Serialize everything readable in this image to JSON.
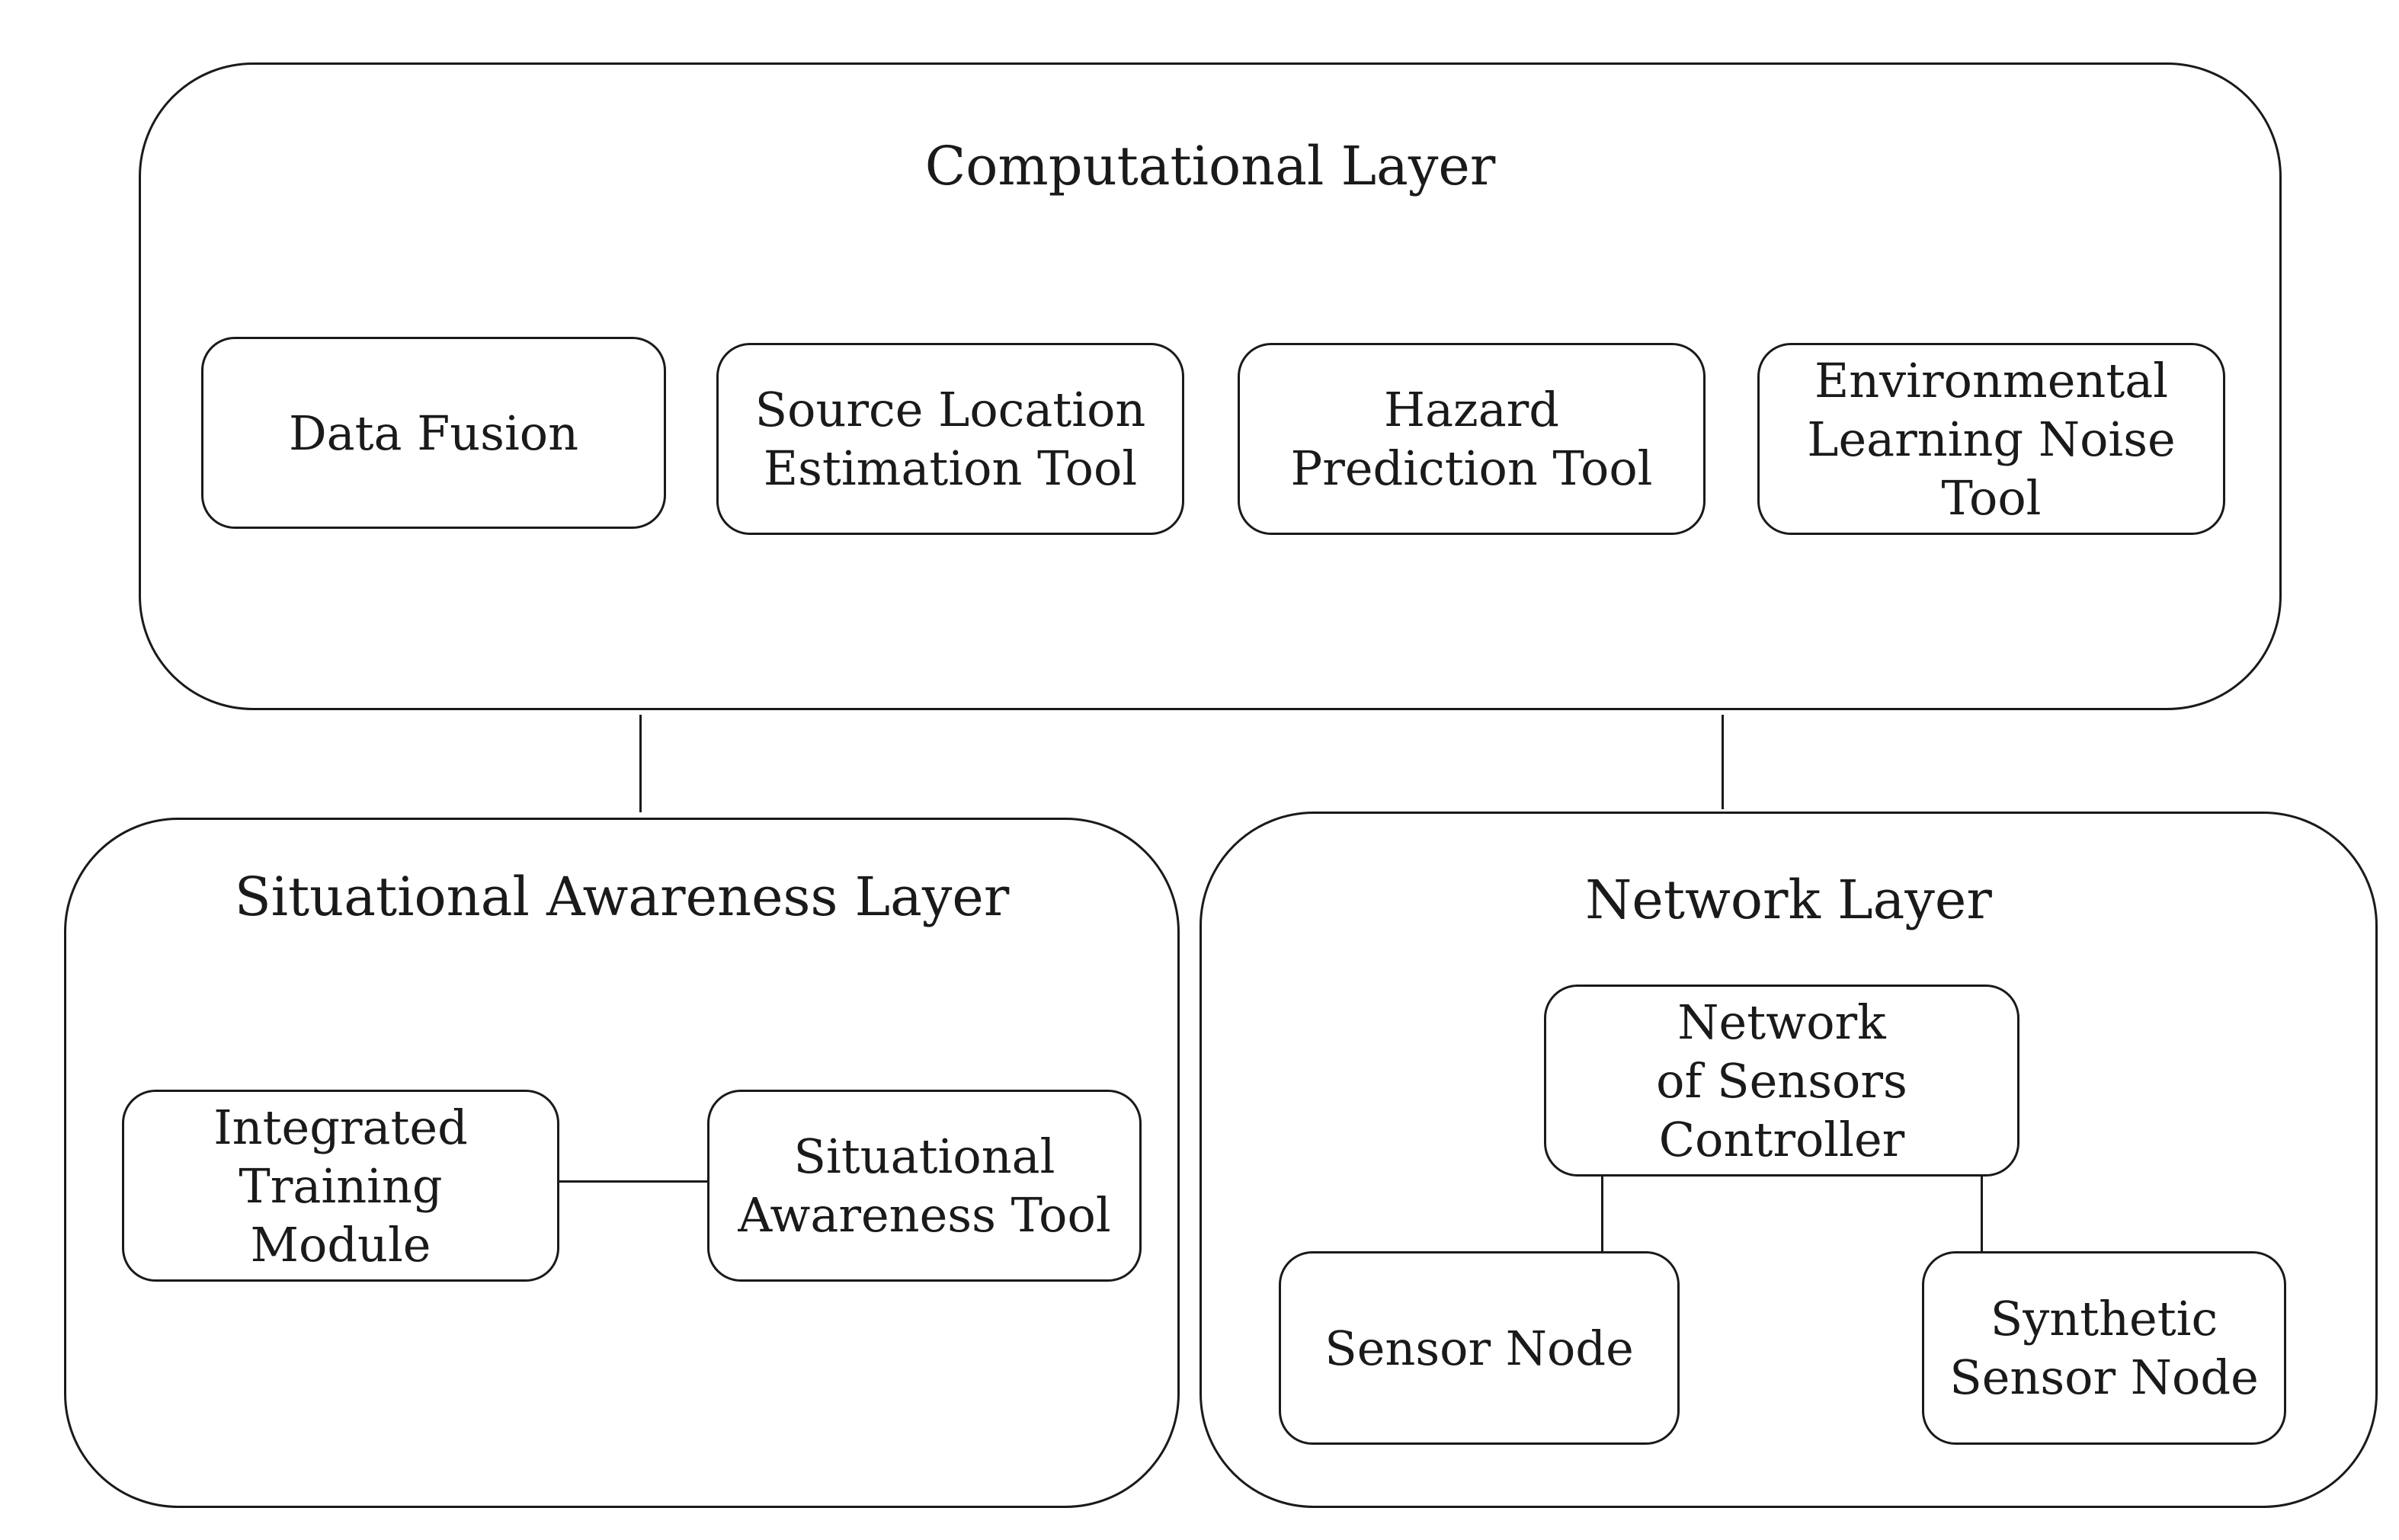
{
  "computational_layer": {
    "title": "Computational Layer",
    "tools": {
      "data_fusion": "Data Fusion",
      "source_location": "Source Location\nEstimation Tool",
      "hazard_prediction": "Hazard\nPrediction Tool",
      "environmental_learning": "Environmental\nLearning Noise\nTool"
    }
  },
  "situational_awareness_layer": {
    "title": "Situational Awareness Layer",
    "training_module": "Integrated\nTraining\nModule",
    "awareness_tool": "Situational\nAwareness Tool"
  },
  "network_layer": {
    "title": "Network Layer",
    "controller": "Network\nof Sensors\nController",
    "sensor_node": "Sensor Node",
    "synthetic_sensor_node": "Synthetic\nSensor Node"
  }
}
